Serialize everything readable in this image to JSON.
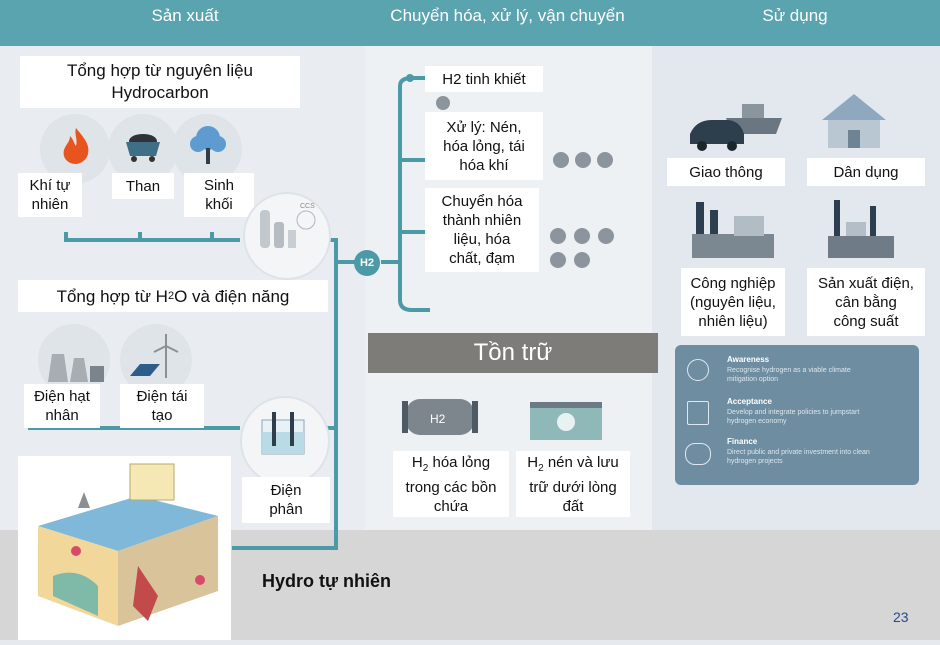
{
  "header": {
    "col1": "Sản xuất",
    "col2": "Chuyển hóa, xử lý, vận chuyển",
    "col3": "Sử dụng"
  },
  "production": {
    "hydrocarbon_title_line1": "Tổng hợp từ nguyên liệu",
    "hydrocarbon_title_line2": "Hydrocarbon",
    "gas_line1": "Khí tự",
    "gas_line2": "nhiên",
    "coal": "Than",
    "biomass_line1": "Sinh",
    "biomass_line2": "khối",
    "ccs_label": "CCS",
    "h2o_title_pre": "Tổng hợp từ H",
    "h2o_title_sub": "2",
    "h2o_title_post": "O và điện năng",
    "nuclear_line1": "Điện hạt",
    "nuclear_line2": "nhân",
    "renewable_line1": "Điện tái",
    "renewable_line2": "tạo",
    "electrolysis_line1": "Điện",
    "electrolysis_line2": "phân",
    "h2_node": "H2",
    "natural_hydrogen": "Hydro tự nhiên"
  },
  "conversion": {
    "pure_h2": "H2 tinh khiết",
    "processing_line1": "Xử lý: Nén,",
    "processing_line2": "hóa lỏng, tái",
    "processing_line3": "hóa khí",
    "conversion_line1": "Chuyển hóa",
    "conversion_line2": "thành nhiên",
    "conversion_line3": "liệu, hóa",
    "conversion_line4": "chất, đạm"
  },
  "storage": {
    "title": "Tồn trữ",
    "tank_label": "H2",
    "liquid_pre": "H",
    "liquid_sub": "2",
    "liquid_line1_post": " hóa lỏng",
    "liquid_line2": "trong các bồn",
    "liquid_line3": "chứa",
    "compressed_pre": "H",
    "compressed_sub": "2",
    "compressed_line1_post": " nén và lưu",
    "compressed_line2": "trữ dưới lòng",
    "compressed_line3": "đất"
  },
  "usage": {
    "transport": "Giao thông",
    "residential": "Dân dụng",
    "industry_line1": "Công nghiệp",
    "industry_line2": "(nguyên liệu,",
    "industry_line3": "nhiên liệu)",
    "power_line1": "Sản xuất điện,",
    "power_line2": "cân bằng",
    "power_line3": "công suất"
  },
  "panel": {
    "awareness_title": "Awareness",
    "awareness_text1": "Recognise hydrogen as a viable climate",
    "awareness_text2": "mitigation option",
    "acceptance_title": "Acceptance",
    "acceptance_text1": "Develop and integrate policies to jumpstart",
    "acceptance_text2": "hydrogen economy",
    "finance_title": "Finance",
    "finance_text1": "Direct public and private investment into clean",
    "finance_text2": "hydrogen projects"
  },
  "page_number": "23",
  "colors": {
    "header": "#5aa4b0",
    "pipe": "#4b9aa6",
    "storage_bar": "#7d7c78",
    "panel": "#6f8da1"
  }
}
